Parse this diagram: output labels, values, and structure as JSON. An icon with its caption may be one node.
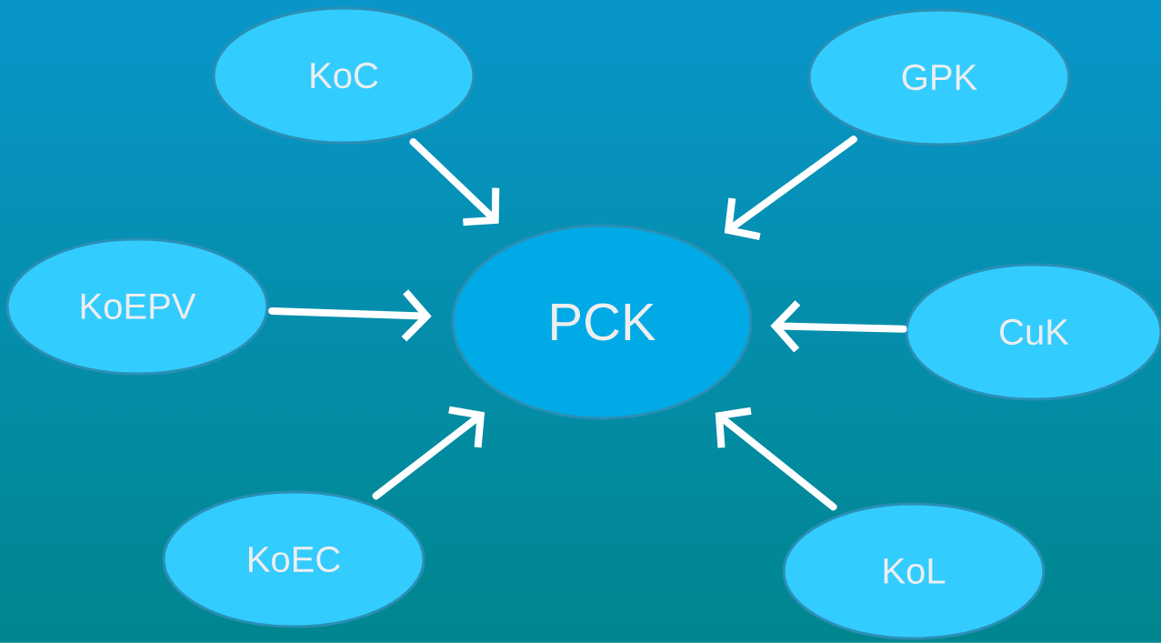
{
  "diagram": {
    "nodes": [
      {
        "text": [
          "KoC"
        ]
      },
      {
        "text": [
          "GPK"
        ]
      },
      {
        "text": [
          "KoEPV"
        ]
      },
      {
        "text": [
          "PCK"
        ]
      },
      {
        "text": [
          "CuK"
        ]
      },
      {
        "text": [
          "KoEC"
        ]
      },
      {
        "text": [
          "KoL"
        ]
      }
    ],
    "edges": [
      {
        "from": 0,
        "to": 3,
        "arrow": "to"
      },
      {
        "from": 1,
        "to": 3,
        "arrow": "to"
      },
      {
        "from": 2,
        "to": 3,
        "arrow": "to"
      },
      {
        "from": 4,
        "to": 3,
        "arrow": "to"
      },
      {
        "from": 5,
        "to": 3,
        "arrow": "to"
      },
      {
        "from": 6,
        "to": 3,
        "arrow": "to"
      }
    ]
  }
}
